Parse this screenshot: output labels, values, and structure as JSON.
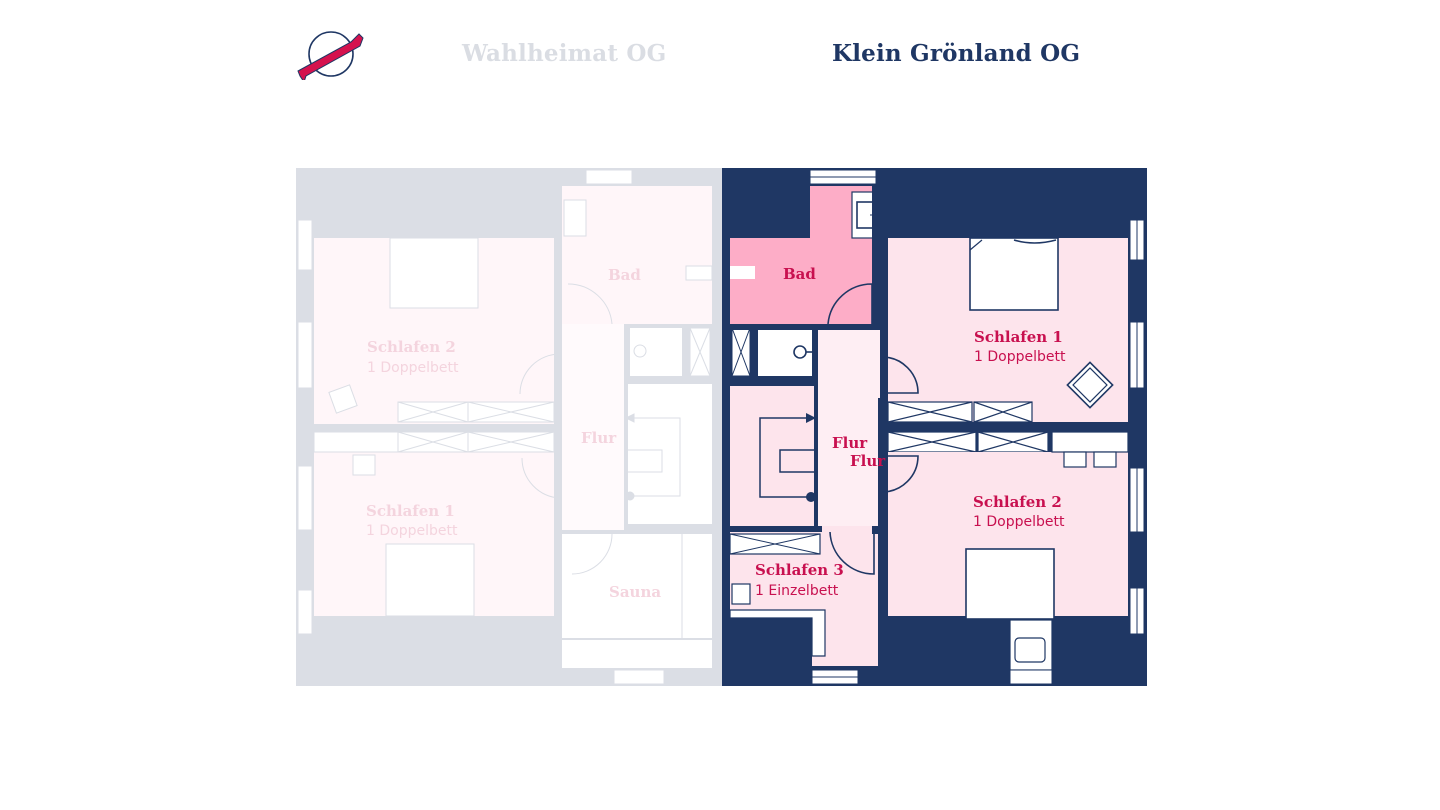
{
  "logo": {
    "icon": "globe-ribbon-logo",
    "colors": {
      "ribbon": "#d5124e",
      "ring": "#1f3764"
    }
  },
  "floors": [
    {
      "id": "wahlheimat",
      "label": "Wahlheimat OG",
      "active": false
    },
    {
      "id": "klein-groenland",
      "label": "Klein Grönland OG",
      "active": true
    }
  ],
  "colors": {
    "wall_active": "#1f3764",
    "wall_inactive": "#dbdee5",
    "room_active": "#fde4ec",
    "room_highlight": "#fdadc7",
    "room_inactive": "#fff6f9",
    "label_active": "#c8104f",
    "label_inactive": "#f4d4de",
    "title_inactive": "#dadde3",
    "title_active": "#1f3764"
  },
  "plans": {
    "wahlheimat": {
      "rooms": [
        {
          "name": "Bad",
          "beds": ""
        },
        {
          "name": "Schlafen 2",
          "beds": "1 Doppelbett"
        },
        {
          "name": "Flur",
          "beds": ""
        },
        {
          "name": "Schlafen 1",
          "beds": "1 Doppelbett"
        },
        {
          "name": "Sauna",
          "beds": ""
        }
      ]
    },
    "klein_groenland": {
      "rooms": [
        {
          "name": "Bad",
          "beds": ""
        },
        {
          "name": "Schlafen 1",
          "beds": "1 Doppelbett"
        },
        {
          "name": "Flur",
          "beds": ""
        },
        {
          "name": "Flur",
          "beds": ""
        },
        {
          "name": "Schlafen 2",
          "beds": "1 Doppelbett"
        },
        {
          "name": "Schlafen 3",
          "beds": "1 Einzelbett"
        }
      ]
    }
  }
}
